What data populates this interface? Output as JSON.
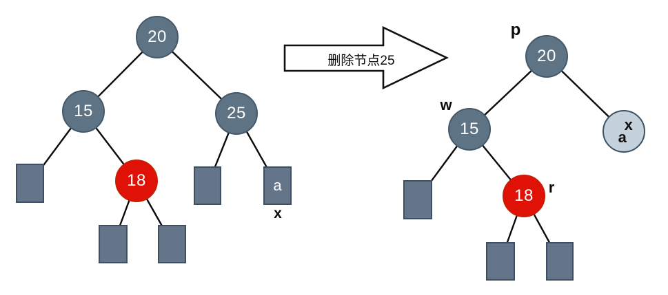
{
  "arrow": {
    "label": "删除节点25"
  },
  "left_tree": {
    "root": "20",
    "left_child": "15",
    "right_child": "25",
    "red_node": "18",
    "a_leaf": "a",
    "x_label": "x"
  },
  "right_tree": {
    "root": "20",
    "left_child": "15",
    "red_node": "18",
    "a_node": "a",
    "x_label": "x",
    "p_label": "p",
    "w_label": "w",
    "r_label": "r"
  },
  "colors": {
    "node_fill": "#5e7383",
    "node_border": "#44586a",
    "red_fill": "#e01208",
    "red_border": "#c41f06",
    "light_node_fill": "#c5d2dc",
    "light_node_border": "#3a5163",
    "leaf_fill": "#64758a",
    "leaf_border": "#3d4f63",
    "edge_color": "#0a0a0a",
    "arrow_fill": "#ffffff",
    "arrow_border": "#111111"
  }
}
